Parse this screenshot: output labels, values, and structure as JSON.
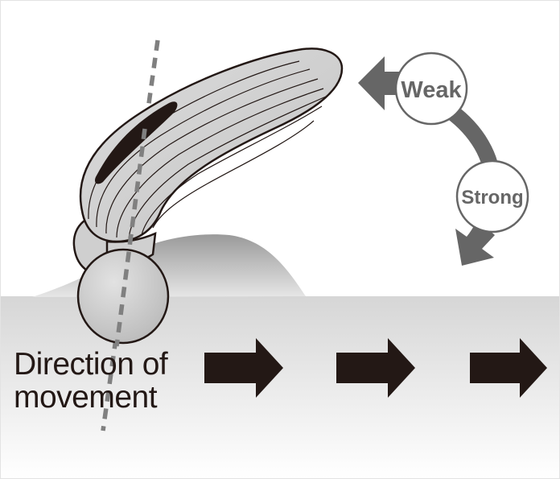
{
  "labels": {
    "weak": "Weak",
    "strong": "Strong",
    "direction_line1": "Direction of",
    "direction_line2": "movement"
  },
  "colors": {
    "ink": "#231815",
    "arrow_gray": "#666666",
    "ground_top": "#d9d9d9",
    "ground_bottom": "#ffffff",
    "device_body": "#d2d2d2",
    "device_outline": "#231815"
  },
  "icons": {
    "movement_arrows": "right-arrow-icon",
    "pressure_arrow": "curved-double-arrow-icon",
    "device": "roller-massager-illustration"
  }
}
